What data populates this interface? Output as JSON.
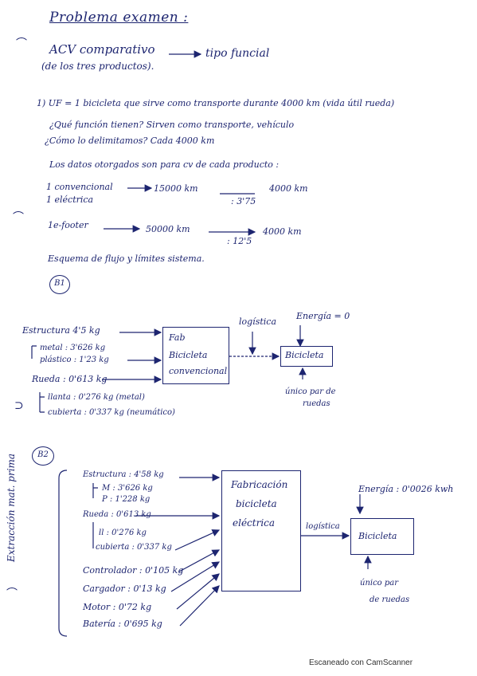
{
  "title": "Problema examen :",
  "intro": {
    "acv": "ACV comparativo",
    "tipo": "tipo funcial",
    "productos": "(de los tres productos)."
  },
  "section1": {
    "line1": "1) UF = 1 bicicleta que sirve como transporte durante 4000 km (vida útil rueda)",
    "line2": "¿Qué función tienen? Sirven como transporte, vehículo",
    "line3": "¿Cómo lo delimitamos? Cada 4000 km",
    "line4": "Los datos otorgados son para cv de cada producto :",
    "conv": "1 convencional",
    "electrica": "1 eléctrica",
    "km15000": "15000 km",
    "div375": ": 3'75",
    "res4000": "4000 km",
    "efooter": "1e-footer",
    "km50000": "50000 km",
    "div125": ": 12'5",
    "res4000b": "4000 km",
    "esquema": "Esquema de flujo y límites sistema."
  },
  "b1": {
    "label": "B1",
    "estructura": "Estructura 4'5 kg",
    "metal": "metal : 3'626 kg",
    "plastico": "plástico : 1'23 kg",
    "rueda": "Rueda : 0'613 kg",
    "llanta": "llanta : 0'276 kg (metal)",
    "cubierta": "cubierta : 0'337 kg (neumático)",
    "fab1": "Fab",
    "fab2": "Bicicleta",
    "fab3": "convencional",
    "logistica": "logística",
    "energia": "Energía = 0",
    "bicicleta": "Bicicleta",
    "unico1": "único par de",
    "unico2": "ruedas"
  },
  "b2": {
    "label": "B2",
    "side": "Extracción mat. prima",
    "estructura": "Estructura : 4'58 kg",
    "m": "M : 3'626 kg",
    "p": "P : 1'228 kg",
    "rueda": "Rueda : 0'613 kg",
    "ll": "ll : 0'276 kg",
    "cubierta": "cubierta : 0'337 kg",
    "controlador": "Controlador : 0'105 kg",
    "cargador": "Cargador : 0'13 kg",
    "motor": "Motor : 0'72 kg",
    "bateria": "Batería : 0'695 kg",
    "fab1": "Fabricación",
    "fab2": "bicicleta",
    "fab3": "eléctrica",
    "logistica": "logística",
    "energia": "Energía : 0'0026 kwh",
    "bicicleta": "Bicicleta",
    "unico1": "único par",
    "unico2": "de ruedas"
  },
  "footer": "Escaneado con CamScanner"
}
